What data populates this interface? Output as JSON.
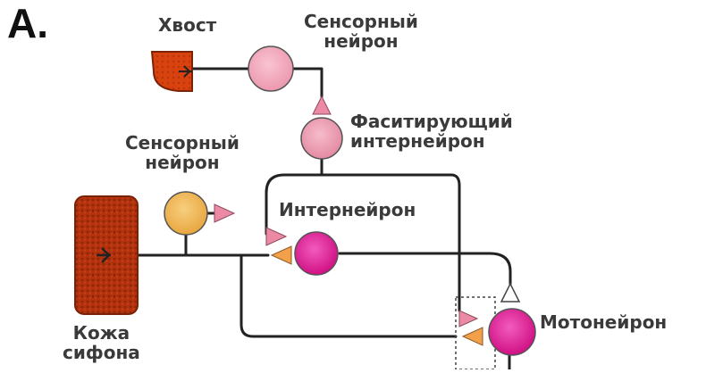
{
  "panel_label": "А.",
  "labels": {
    "tail": "Хвост",
    "sensory_neuron_top": [
      "Сенсорный",
      "нейрон"
    ],
    "facilitating_interneuron": [
      "Фаситирующий",
      "интернейрон"
    ],
    "sensory_neuron_left": [
      "Сенсорный",
      "нейрон"
    ],
    "interneuron": "Интернейрон",
    "motoneuron": "Мотонейрон",
    "siphon_skin": [
      "Кожа",
      "сифона"
    ]
  },
  "colors": {
    "tail_fill": "#d8400f",
    "siphon_fill": "#a8300c",
    "sensory_top": "#f4a8bc",
    "facilitating": "#f0a0b6",
    "sensory_left": "#f2b85a",
    "interneuron": "#e6209a",
    "motoneuron": "#e6209a",
    "synapse_pink": "#ec8aa6",
    "synapse_orange": "#f2a04a",
    "wire": "#222222"
  }
}
